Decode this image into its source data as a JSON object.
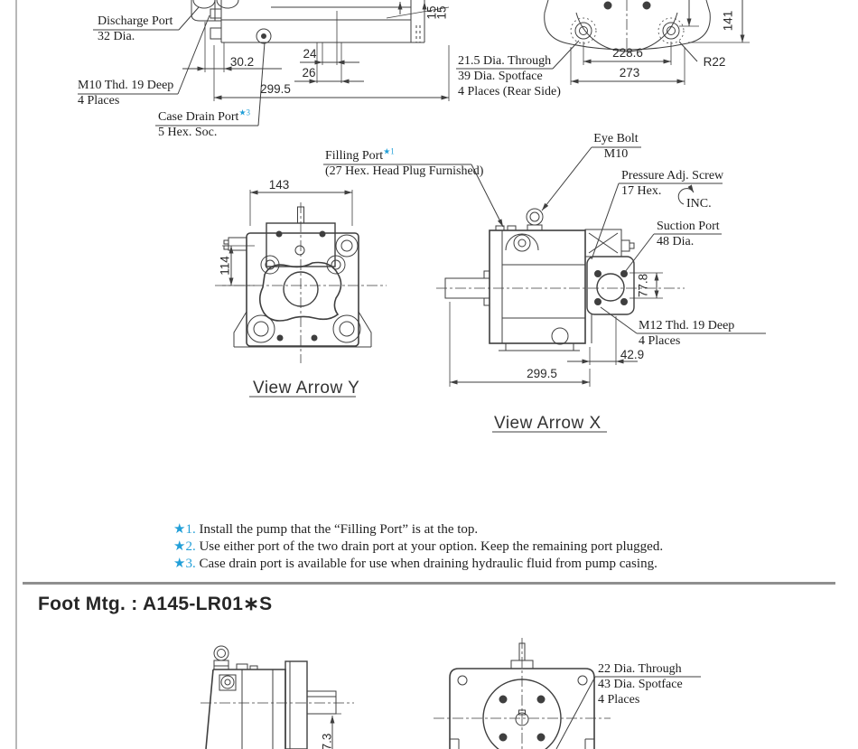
{
  "colors": {
    "line": "#3f3f3f",
    "accent_blue": "#229fd8",
    "separator_gray": "#8f8f8f"
  },
  "callouts": {
    "discharge_port": {
      "l1": "Discharge Port",
      "l2": "32 Dia."
    },
    "m10_thread": {
      "l1": "M10 Thd. 19 Deep",
      "l2": "4 Places"
    },
    "case_drain_port": {
      "l1": "Case Drain Port",
      "sup": "★3",
      "l2": "5 Hex. Soc."
    },
    "rear_holes": {
      "l1": "21.5 Dia. Through",
      "l2": "39 Dia. Spotface",
      "l3": "4 Places (Rear Side)"
    },
    "filling_port": {
      "l1": "Filling Port",
      "sup": "★1",
      "l2": "(27 Hex. Head Plug Furnished)"
    },
    "eye_bolt": {
      "l1": "Eye Bolt",
      "l2": "M10"
    },
    "pressure_adj": {
      "l1": "Pressure Adj. Screw",
      "l2": "17 Hex.",
      "inc": "INC."
    },
    "suction_port": {
      "l1": "Suction Port",
      "l2": "48 Dia."
    },
    "m12_thread": {
      "l1": "M12 Thd. 19 Deep",
      "l2": "4 Places"
    },
    "foot_holes": {
      "l1": "22 Dia. Through",
      "l2": "43 Dia. Spotface",
      "l3": "4 Places"
    }
  },
  "dimensions": {
    "d30_2": "30.2",
    "d24": "24",
    "d26": "26",
    "d299_5_top": "299.5",
    "d228_6": "228.6",
    "d273": "273",
    "r22": "R22",
    "d141": "141",
    "d15a": "15",
    "d15b": "15",
    "d143": "143",
    "d114": "114",
    "d77_8": "77.8",
    "d42_9": "42.9",
    "d299_5_x": "299.5",
    "d7_3": "7.3"
  },
  "view_labels": {
    "y": "View Arrow Y",
    "x": "View Arrow X"
  },
  "footnotes": [
    {
      "marker": "★1.",
      "text": "Install the pump that the “Filling Port” is at the top."
    },
    {
      "marker": "★2.",
      "text": "Use either port of the two drain port at your option. Keep the remaining port plugged."
    },
    {
      "marker": "★3.",
      "text": "Case drain port is available for use when draining hydraulic fluid from pump casing."
    }
  ],
  "section_header": {
    "title": "Foot Mtg. : A145-LR01∗S"
  }
}
